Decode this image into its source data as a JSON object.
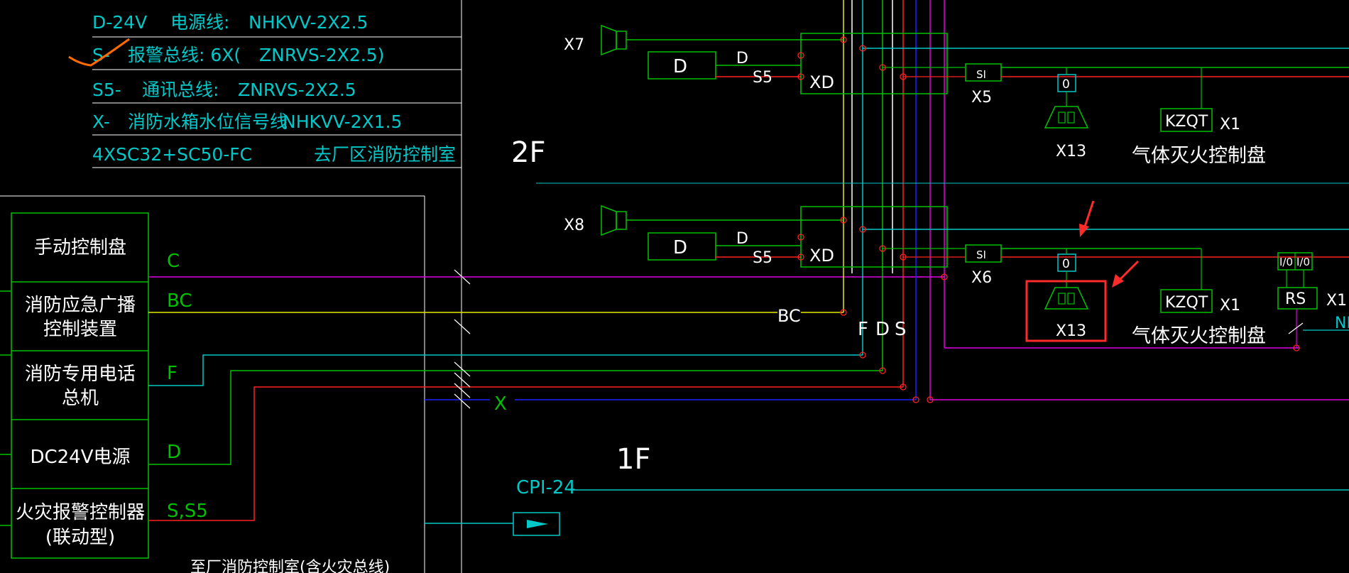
{
  "colors": {
    "background": "#000000",
    "green": "#00c000",
    "cyan": "#00c8c8",
    "white": "#ffffff",
    "red": "#ff2020",
    "magenta": "#e000e0",
    "yellow": "#e8e800",
    "blue": "#2020ff",
    "orange": "#ff6a00",
    "annotation_red": "#ff2a2a"
  },
  "legend": [
    {
      "code": "D-24V",
      "desc": "电源线:",
      "cable": "NHKVV-2X2.5"
    },
    {
      "code": "S-",
      "desc": "报警总线: 6X(",
      "cable": "ZNRVS-2X2.5)"
    },
    {
      "code": "S5-",
      "desc": "通讯总线:",
      "cable": "ZNRVS-2X2.5"
    },
    {
      "code": "X-",
      "desc": "消防水箱水位信号线",
      "cable": "NHKVV-2X1.5"
    },
    {
      "code": "4XSC32+SC50-FC",
      "desc": "去厂区消防控制室",
      "cable": ""
    }
  ],
  "control_panel": [
    {
      "line1": "手动控制盘",
      "line2": "",
      "signal": "C"
    },
    {
      "line1": "消防应急广播",
      "line2": "控制装置",
      "signal": "BC"
    },
    {
      "line1": "消防专用电话",
      "line2": "总机",
      "signal": "F"
    },
    {
      "line1": "DC24V电源",
      "line2": "",
      "signal": "D"
    },
    {
      "line1": "火灾报警控制器",
      "line2": "(联动型)",
      "signal": "S,S5"
    }
  ],
  "floors": {
    "upper": "2F",
    "lower": "1F"
  },
  "labels": {
    "bc": "BC",
    "x_line": "X",
    "riser_f": "F",
    "riser_d": "D",
    "riser_s": "S",
    "cpi": "CPI-24",
    "bottom_cut": "至厂消防控制室(含火灾总线)"
  },
  "floor2": {
    "speaker": "X7",
    "power_box": "D",
    "d_tag": "D",
    "s5_tag": "S5",
    "xd_box": "XD",
    "si_box": "SI",
    "si_label": "X5",
    "module": "0",
    "valve_label": "X13",
    "kzqt": "KZQT",
    "kzqt_label": "X1",
    "gas_panel": "气体灭火控制盘"
  },
  "floor1": {
    "speaker": "X8",
    "power_box": "D",
    "d_tag": "D",
    "s5_tag": "S5",
    "xd_box": "XD",
    "si_box": "SI",
    "si_label": "X6",
    "module": "0",
    "valve_label": "X13",
    "kzqt": "KZQT",
    "kzqt_label": "X1",
    "gas_panel": "气体灭火控制盘",
    "io_1": "I/0",
    "io_2": "I/0",
    "rs": "RS",
    "rs_label": "X1",
    "nh_cut": "NH"
  }
}
